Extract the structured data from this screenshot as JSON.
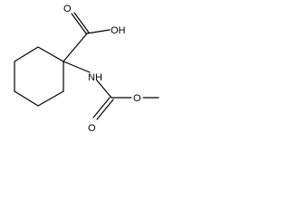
{
  "molecule": {
    "labels": {
      "oh": "OH",
      "o_carboxyl": "O",
      "nh": "NH",
      "o_ester": "O",
      "o_carbonyl": "O"
    }
  },
  "colors": {
    "bond": "#000000",
    "background": "#ffffff"
  }
}
